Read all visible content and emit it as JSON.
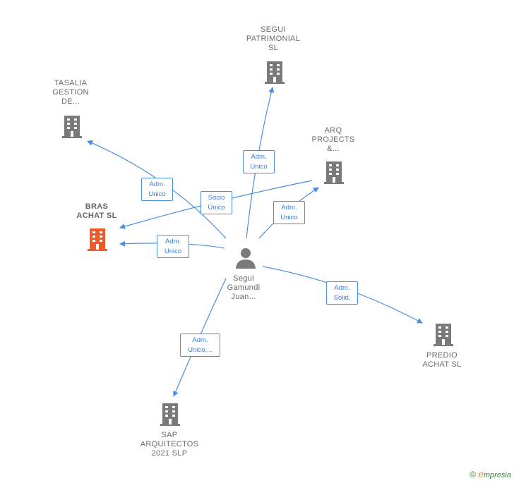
{
  "center": {
    "label": "Segui\nGamundi\nJuan..."
  },
  "companies": {
    "segui_patrimonial": "SEGUI\nPATRIMONIAL\nSL",
    "tasalia": "TASALIA\nGESTION\nDE...",
    "arq_projects": "ARQ\nPROJECTS\n&...",
    "bras_achat": "BRAS\nACHAT  SL",
    "predio_achat": "PREDIO\nACHAT  SL",
    "sap_arquitectos": "SAP\nARQUITECTOS\n2021  SLP"
  },
  "relations": {
    "segui_patrimonial": "Adm.\nUnico",
    "tasalia": "Adm.\nUnico",
    "socio": "Socio\nÚnico",
    "arq_projects": "Adm.\nUnico",
    "bras_achat": "Adm.\nUnico",
    "predio_achat": "Adm.\nSolid.",
    "sap_arquitectos": "Adm.\nUnico,..."
  },
  "colors": {
    "edge": "#4a8fe0",
    "building": "#7a7a7a",
    "highlight": "#f05a2a"
  },
  "brand": {
    "copyright": "©",
    "e": "e",
    "rest": "mpresia"
  }
}
